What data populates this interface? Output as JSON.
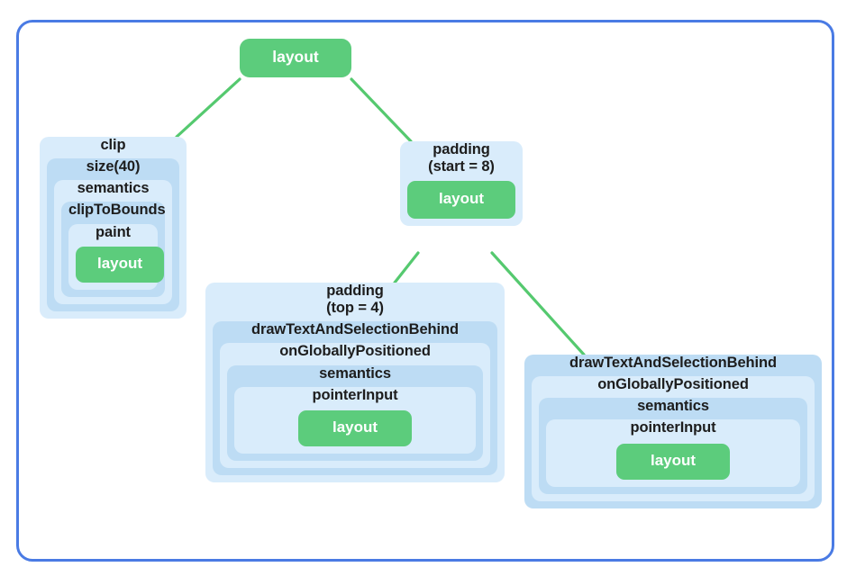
{
  "diagram": {
    "type": "nested-modifier-tree",
    "frame_color": "#4a7be4",
    "node_fill_a": "#d9ecfb",
    "node_fill_b": "#bddcf4",
    "leaf_color": "#5ccc7c",
    "connector_color": "#55c96f",
    "root": {
      "label": "layout"
    },
    "branches": [
      {
        "id": "clip",
        "chain": [
          "clip",
          "size(40)",
          "semantics",
          "clipToBounds",
          "paint"
        ],
        "leaf": "layout"
      },
      {
        "id": "padding-start",
        "chain": [
          "padding\n(start = 8)"
        ],
        "leaf": "layout"
      },
      {
        "id": "padding-top",
        "chain": [
          "padding\n(top = 4)",
          "drawTextAndSelectionBehind",
          "onGloballyPositioned",
          "semantics",
          "pointerInput"
        ],
        "leaf": "layout"
      },
      {
        "id": "draw-text-right",
        "chain": [
          "drawTextAndSelectionBehind",
          "onGloballyPositioned",
          "semantics",
          "pointerInput"
        ],
        "leaf": "layout"
      }
    ],
    "edges": [
      {
        "from": "root",
        "to": "clip"
      },
      {
        "from": "root",
        "to": "padding-start"
      },
      {
        "from": "padding-start",
        "to": "padding-top"
      },
      {
        "from": "padding-start",
        "to": "draw-text-right"
      }
    ]
  }
}
